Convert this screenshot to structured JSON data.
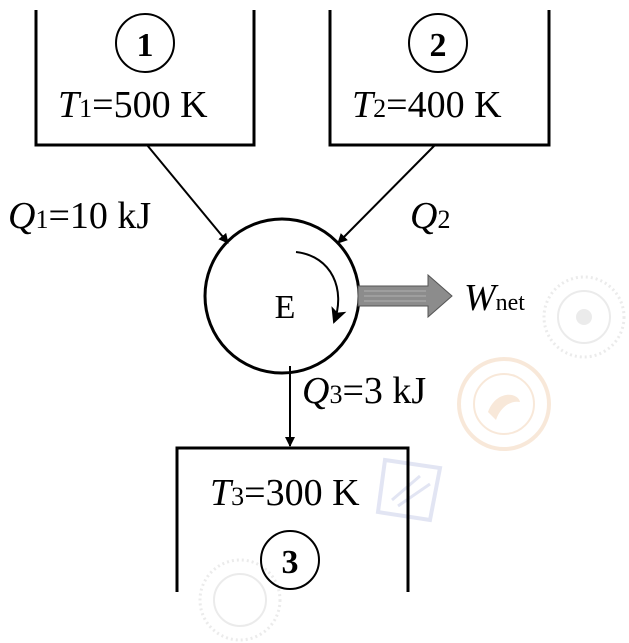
{
  "reservoirs": [
    {
      "number": "1",
      "symbol": "T",
      "subscript": "1",
      "value": "=500 K"
    },
    {
      "number": "2",
      "symbol": "T",
      "subscript": "2",
      "value": "=400 K"
    },
    {
      "number": "3",
      "symbol": "T",
      "subscript": "3",
      "value": "=300 K"
    }
  ],
  "engine": {
    "label": "E"
  },
  "heat_flows": {
    "q1": {
      "symbol": "Q",
      "subscript": "1",
      "value": "=10 kJ"
    },
    "q2": {
      "symbol": "Q",
      "subscript": "2",
      "value": ""
    },
    "q3": {
      "symbol": "Q",
      "subscript": "3",
      "value": "=3 kJ"
    }
  },
  "work": {
    "symbol": "W",
    "subscript": "net"
  },
  "colors": {
    "line": "#000000",
    "work_arrow": "#8c8c8c",
    "watermark_orange": "#e8b07a",
    "watermark_blue": "#9aa3d6",
    "watermark_gray": "#b8b8b8"
  }
}
